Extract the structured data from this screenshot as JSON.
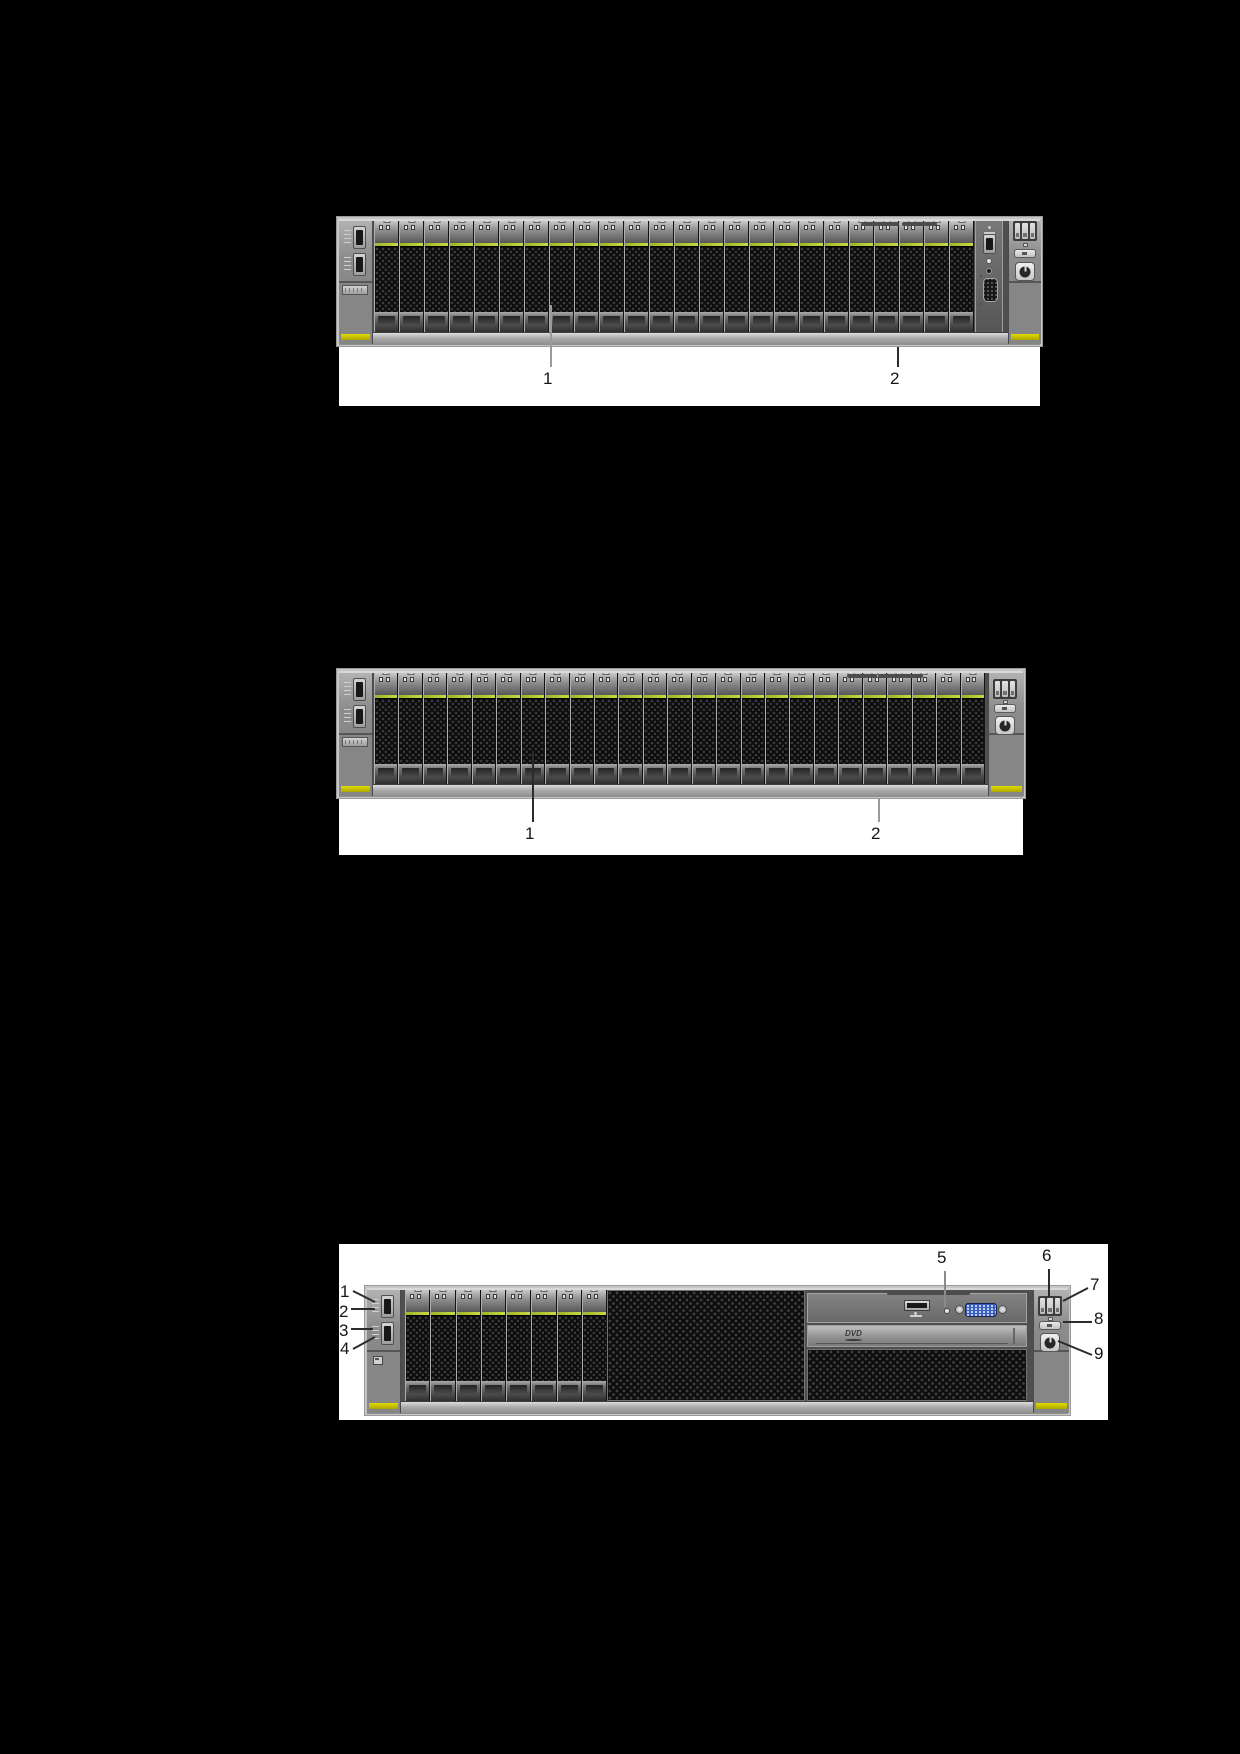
{
  "page": {
    "background_color": "#000000",
    "figure_background_color": "#ffffff"
  },
  "figures": [
    {
      "id": "server-front-view-a",
      "drive_count": 24,
      "callouts": [
        "1",
        "2"
      ],
      "features": [
        "left-ear-usb-ports",
        "drive-bays",
        "front-vga-usb-column",
        "right-ear-control-panel",
        "chassis-label-strips"
      ]
    },
    {
      "id": "server-front-view-b",
      "drive_count": 25,
      "callouts": [
        "1",
        "2"
      ],
      "features": [
        "left-ear-usb-ports",
        "drive-bays",
        "right-ear-control-panel",
        "chassis-label-strips"
      ]
    },
    {
      "id": "server-front-view-c",
      "drive_count": 8,
      "dvd_logo_text": "DVD",
      "callouts": [
        "1",
        "2",
        "3",
        "4",
        "5",
        "6",
        "7",
        "8",
        "9"
      ],
      "features": [
        "left-ear-usb-ports",
        "drive-bays",
        "honeycomb-vent-panels",
        "front-io-strip-usb-vga",
        "dvd-drive-bay",
        "right-ear-control-panel",
        "chassis-label-strip"
      ]
    }
  ],
  "icons": {
    "power-button": "power-symbol",
    "usb-port": "usb",
    "vga-port": "vga-connector",
    "status-indicators": "led-block",
    "dvd-drive": "dvd-logo"
  },
  "colors": {
    "latch_green": "#b7c83b",
    "ear_label_yellow": "#d8d200",
    "vga_blue": "#3a5fc0",
    "chassis_gray": "#8f8f8f"
  }
}
